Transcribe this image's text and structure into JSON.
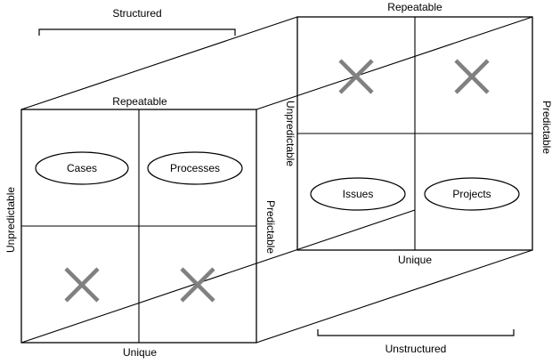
{
  "bracket_labels": {
    "top": "Structured",
    "bottom": "Unstructured"
  },
  "front_face": {
    "top": "Repeatable",
    "bottom": "Unique",
    "left": "Unpredictable",
    "right": "Predictable",
    "cells": {
      "top_left": "Cases",
      "top_right": "Processes"
    }
  },
  "back_face": {
    "top": "Repeatable",
    "bottom": "Unique",
    "left": "Unpredictable",
    "right": "Predictable",
    "cells": {
      "bottom_left": "Issues",
      "bottom_right": "Projects"
    }
  },
  "colors": {
    "lines": "#000000",
    "cross_marks": "#808080",
    "background": "#ffffff"
  }
}
